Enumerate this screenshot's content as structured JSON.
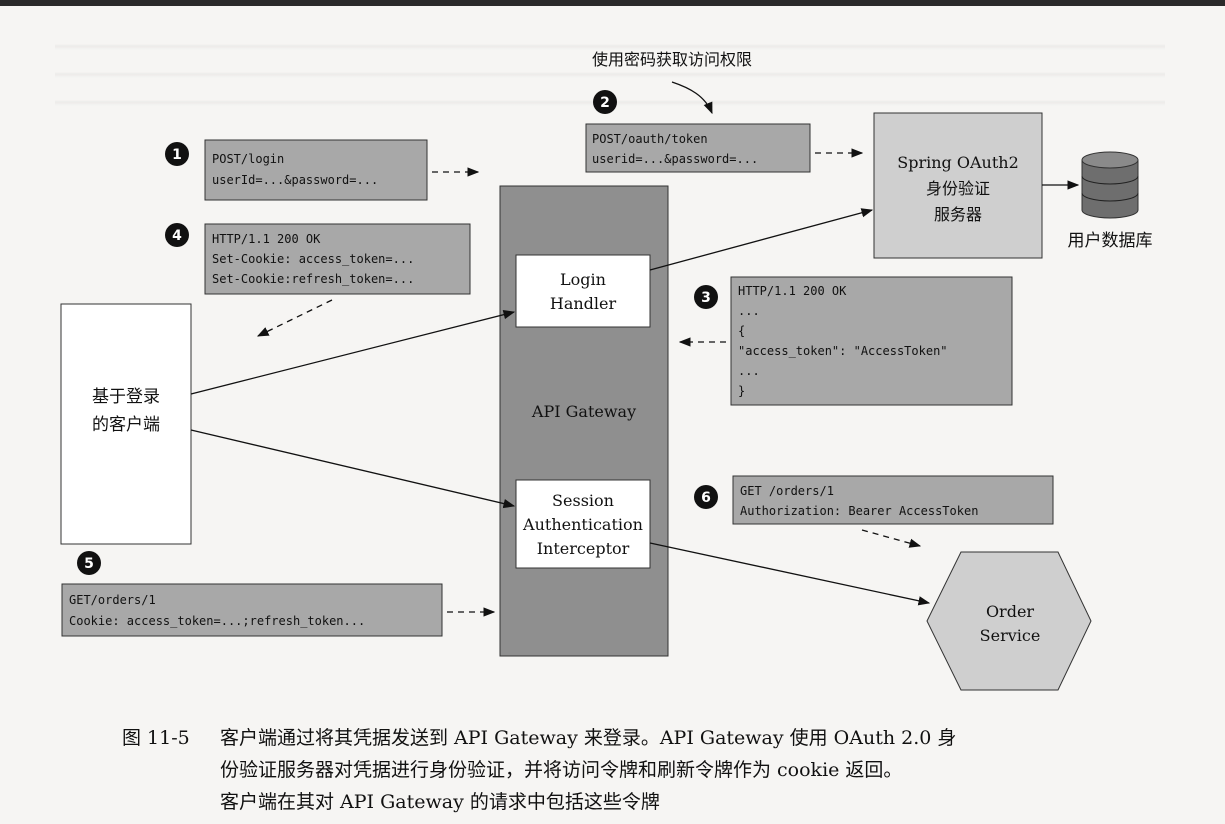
{
  "top_label": "使用密码获取访问权限",
  "steps": {
    "s1": {
      "num": "1",
      "lines": [
        "POST/login",
        "userId=...&password=..."
      ]
    },
    "s2": {
      "num": "2",
      "lines": [
        "POST/oauth/token",
        "userid=...&password=..."
      ]
    },
    "s3": {
      "num": "3",
      "lines": [
        "HTTP/1.1 200 OK",
        "...",
        "{",
        "\"access_token\": \"AccessToken\"",
        "...",
        "}"
      ]
    },
    "s4": {
      "num": "4",
      "lines": [
        "HTTP/1.1 200 OK",
        "Set-Cookie: access_token=...",
        "Set-Cookie:refresh_token=..."
      ]
    },
    "s5": {
      "num": "5",
      "lines": [
        "GET/orders/1",
        "Cookie: access_token=...;refresh_token..."
      ]
    },
    "s6": {
      "num": "6",
      "lines": [
        "GET /orders/1",
        "Authorization: Bearer AccessToken"
      ]
    }
  },
  "oauth_server": {
    "lines": [
      "Spring OAuth2",
      "身份验证",
      "服务器"
    ]
  },
  "database": {
    "label": "用户数据库"
  },
  "client": {
    "lines": [
      "基于登录",
      "的客户端"
    ]
  },
  "gateway": {
    "label": "API Gateway"
  },
  "login_handler": {
    "lines": [
      "Login",
      "Handler"
    ]
  },
  "session_interceptor": {
    "lines": [
      "Session",
      "Authentication",
      "Interceptor"
    ]
  },
  "order_service": {
    "lines": [
      "Order",
      "Service"
    ]
  },
  "caption": {
    "figure_label": "图 11-5",
    "lines": [
      "客户端通过将其凭据发送到 API Gateway 来登录。API Gateway 使用 OAuth 2.0 身",
      "份验证服务器对凭据进行身份验证，并将访问令牌和刷新令牌作为 cookie 返回。",
      "客户端在其对 API Gateway 的请求中包括这些令牌"
    ]
  }
}
